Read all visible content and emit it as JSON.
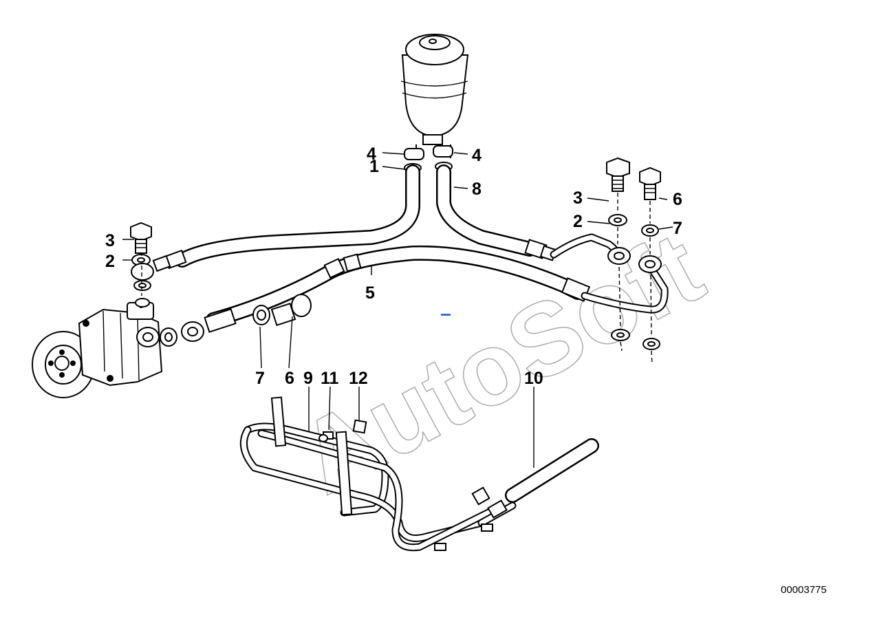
{
  "callouts": [
    {
      "id": "c1",
      "label": "1"
    },
    {
      "id": "c2a",
      "label": "2"
    },
    {
      "id": "c2b",
      "label": "2"
    },
    {
      "id": "c3a",
      "label": "3"
    },
    {
      "id": "c3b",
      "label": "3"
    },
    {
      "id": "c4a",
      "label": "4"
    },
    {
      "id": "c4b",
      "label": "4"
    },
    {
      "id": "c5",
      "label": "5"
    },
    {
      "id": "c6a",
      "label": "6"
    },
    {
      "id": "c6b",
      "label": "6"
    },
    {
      "id": "c7a",
      "label": "7"
    },
    {
      "id": "c7b",
      "label": "7"
    },
    {
      "id": "c8",
      "label": "8"
    },
    {
      "id": "c9",
      "label": "9"
    },
    {
      "id": "c10",
      "label": "10"
    },
    {
      "id": "c11",
      "label": "11"
    },
    {
      "id": "c12",
      "label": "12"
    }
  ],
  "watermark": "AutoSoft",
  "document_number": "00003775",
  "colors": {
    "line": "#000000",
    "background": "#ffffff",
    "watermark": "#b0b0b0",
    "marker": "#3b6fd6"
  }
}
